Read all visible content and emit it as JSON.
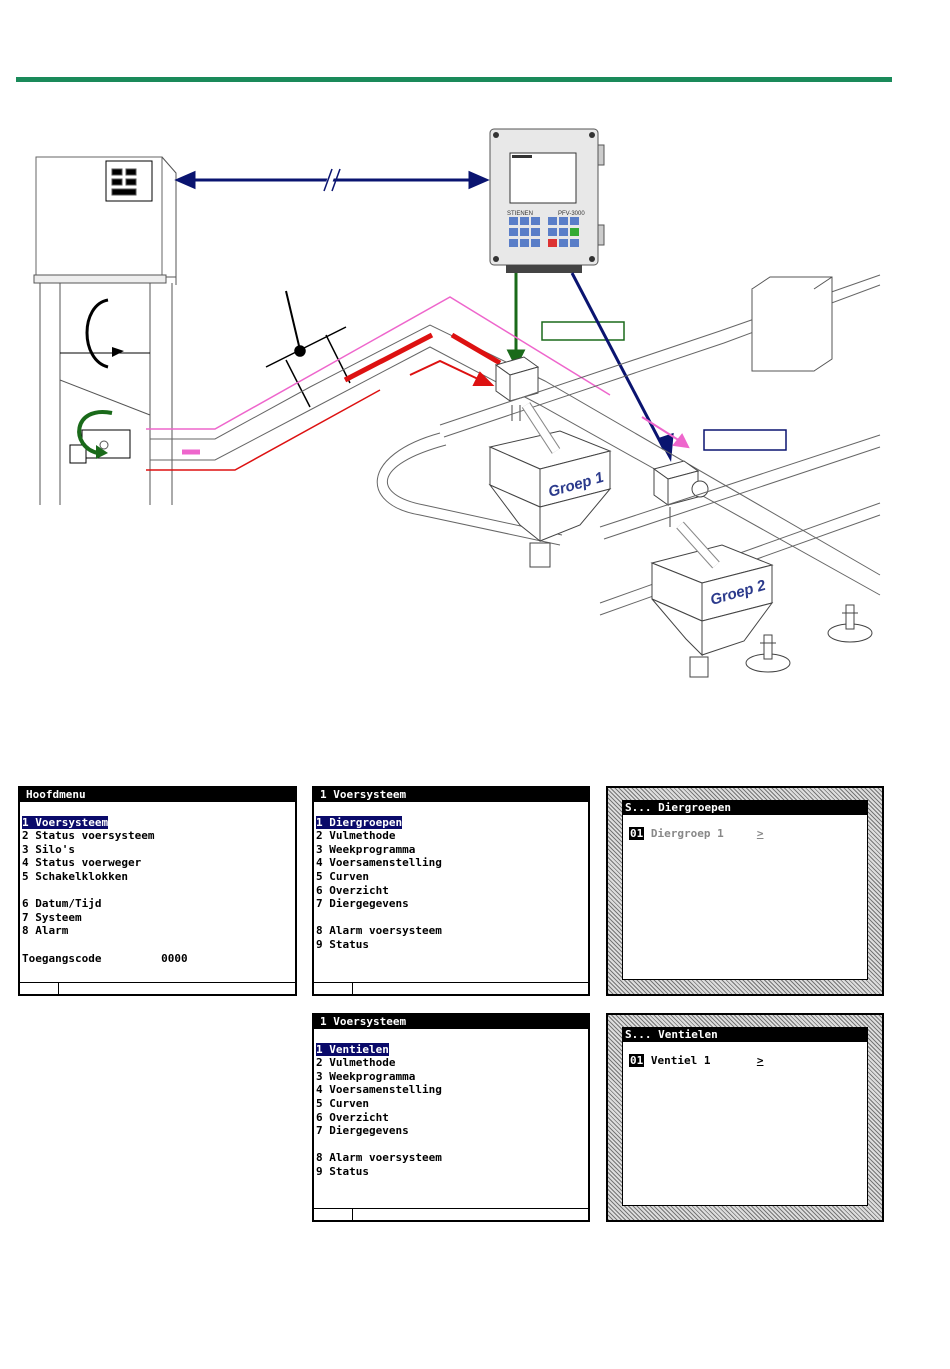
{
  "diagram": {
    "group1_label": "Groep 1",
    "group2_label": "Groep 2",
    "controller_top_brand": "STIENEN",
    "controller_model": "PFV-3000",
    "box_label_1": "",
    "box_label_2": ""
  },
  "colors": {
    "rule": "#1a8a5a",
    "navy": "#0a1470",
    "green": "#1a6a1a",
    "pink": "#ee66cc",
    "red": "#dd1111"
  },
  "screens": {
    "hoofdmenu": {
      "title": "Hoofdmenu",
      "items": [
        "1 Voersysteem",
        "2 Status voersysteem",
        "3 Silo's",
        "4 Status voerweger",
        "5 Schakelklokken",
        "",
        "6 Datum/Tijd",
        "7 Systeem",
        "8 Alarm",
        "",
        "Toegangscode         0000"
      ]
    },
    "voersysteem1": {
      "title": "1 Voersysteem",
      "items": [
        "1 Diergroepen",
        "2 Vulmethode",
        "3 Weekprogramma",
        "4 Voersamenstelling",
        "5 Curven",
        "6 Overzicht",
        "7 Diergegevens",
        "",
        "8 Alarm voersysteem",
        "9 Status"
      ]
    },
    "diergroepen": {
      "title": "S... Diergroepen",
      "num": "01",
      "label": "Diergroep 1",
      "arrow": ">"
    },
    "voersysteem2": {
      "title": "1 Voersysteem",
      "items": [
        "1 Ventielen",
        "2 Vulmethode",
        "3 Weekprogramma",
        "4 Voersamenstelling",
        "5 Curven",
        "6 Overzicht",
        "7 Diergegevens",
        "",
        "8 Alarm voersysteem",
        "9 Status"
      ]
    },
    "ventielen": {
      "title": "S... Ventielen",
      "num": "01",
      "label": "Ventiel 1",
      "arrow": ">"
    }
  }
}
